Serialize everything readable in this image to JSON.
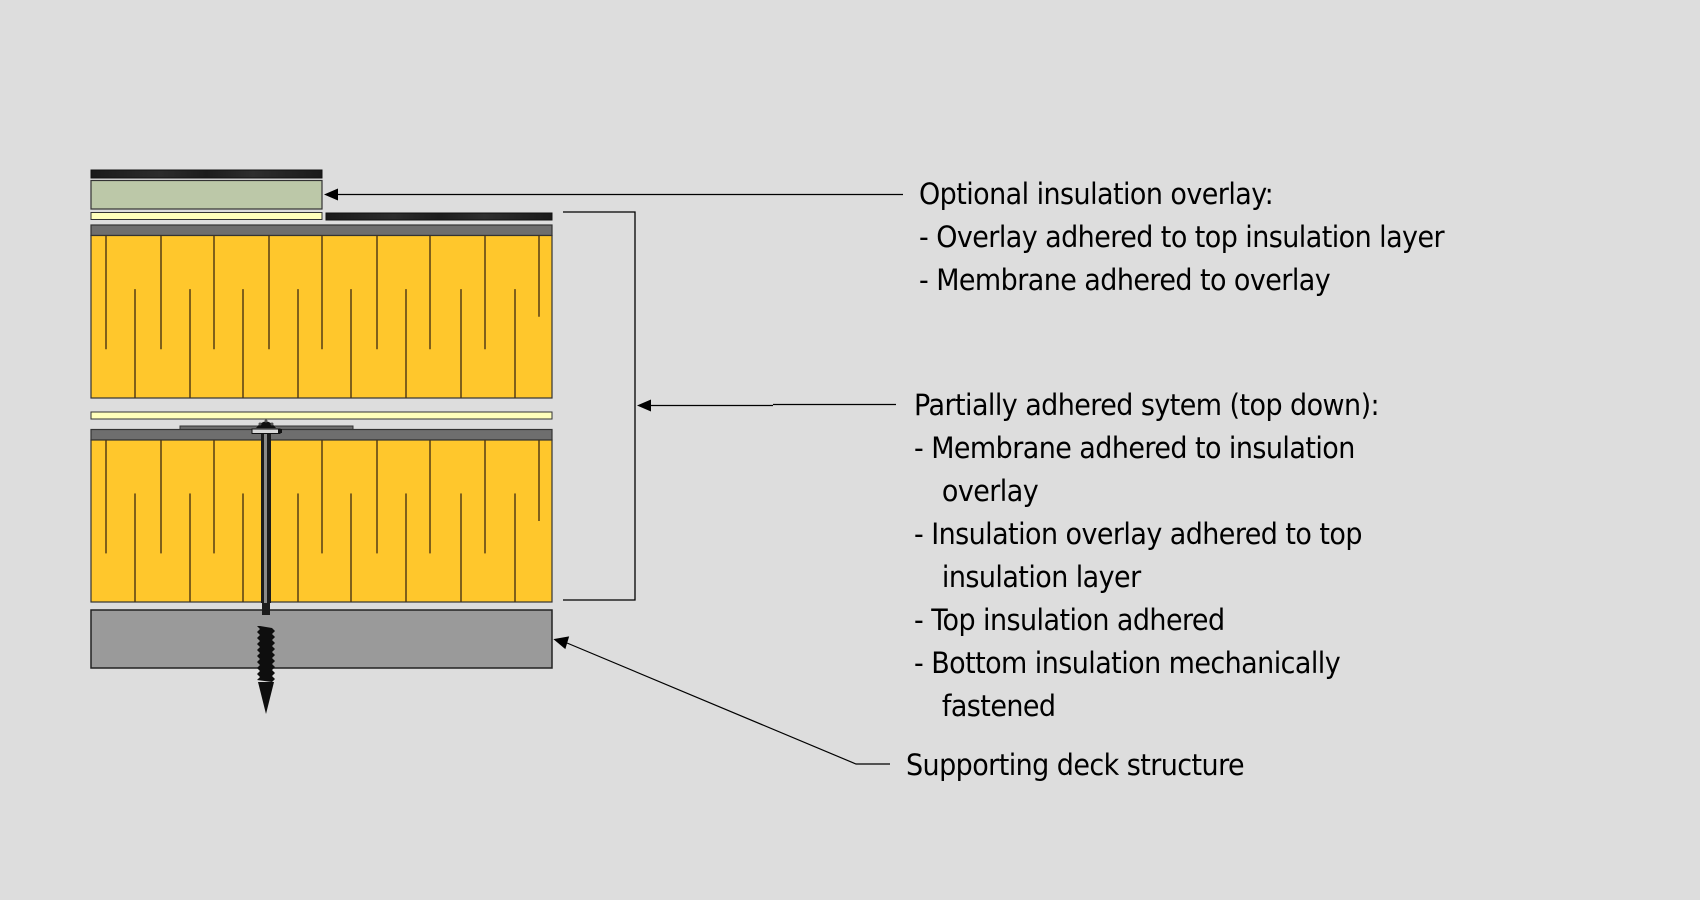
{
  "colors": {
    "background": "#dddddd",
    "membrane": "#1e1e1e",
    "overlay_board": "#bcc8a8",
    "adhesive_strip": "#ffffbb",
    "cover_board": "#6e6e6e",
    "insulation": "#ffc72c",
    "deck": "#9a9a9a",
    "fastener": "#111111",
    "line": "#000000"
  },
  "callouts": {
    "overlay": {
      "title": "Optional insulation overlay:",
      "items": [
        "- Overlay adhered to top insulation layer",
        "- Membrane adhered to overlay"
      ]
    },
    "system": {
      "title": "Partially adhered sytem (top down):",
      "items": [
        {
          "line1": "- Membrane adhered to insulation",
          "line2": "overlay"
        },
        {
          "line1": "- Insulation overlay adhered to top",
          "line2": "insulation layer"
        },
        {
          "line1": "- Top insulation adhered",
          "line2": null
        },
        {
          "line1": "- Bottom insulation mechanically",
          "line2": "fastened"
        }
      ]
    },
    "deck": {
      "title": "Supporting deck structure"
    }
  },
  "layers": [
    "membrane",
    "insulation-overlay-board",
    "adhesive",
    "cover-board",
    "top-insulation",
    "adhesive",
    "cover-board",
    "bottom-insulation",
    "supporting-deck"
  ],
  "icons": {
    "fastener": "screw-fastener-icon",
    "arrow": "arrowhead-icon"
  }
}
